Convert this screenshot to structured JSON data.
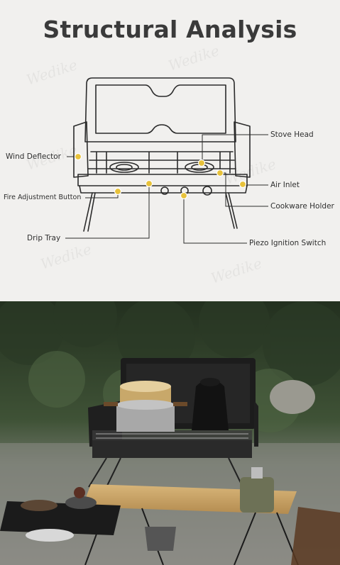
{
  "header": {
    "title": "Structural Analysis"
  },
  "callouts": {
    "stove_head": "Stove Head",
    "wind_deflector": "Wind Deflector",
    "air_inlet": "Air Inlet",
    "fire_adjustment_button": "Fire Adjustment Button",
    "cookware_holder": "Cookware Holder",
    "drip_tray": "Drip Tray",
    "piezo_ignition_switch": "Piezo Ignition Switch"
  },
  "colors": {
    "background": "#f1f0ee",
    "title": "#3a3a3a",
    "callout_dot": "#e8c23a",
    "line": "#2b2b2b"
  },
  "watermark": "Wedike",
  "photo": {
    "description_icon": "camping-stove-photo"
  }
}
